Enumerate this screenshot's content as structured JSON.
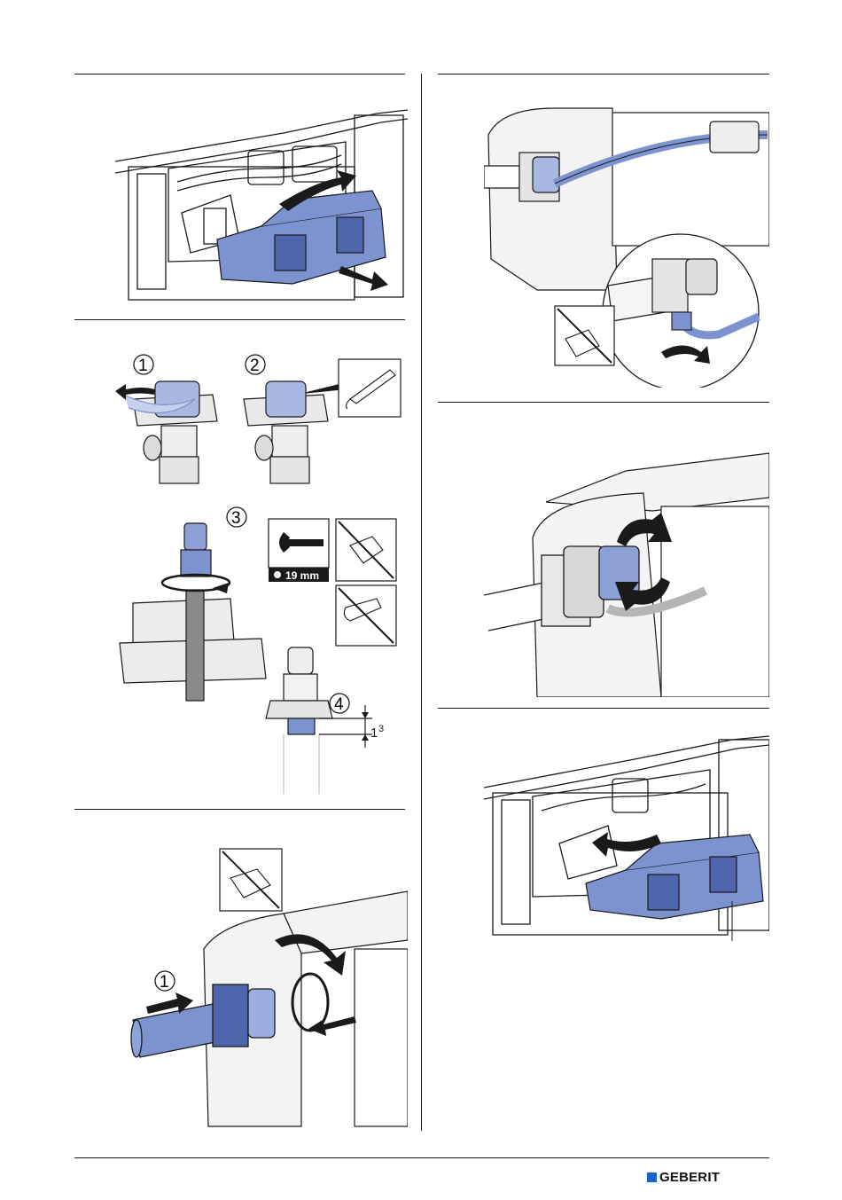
{
  "brand": {
    "name": "GEBERIT",
    "color": "#1d62c7"
  },
  "palette": {
    "line": "#1a1a1a",
    "accent_blue": "#7d93cf",
    "accent_blue_dark": "#4e67ac",
    "grey": "#8a8a8a"
  },
  "steps": {
    "step_2": {
      "callout_1": "1",
      "callout_2": "2",
      "callout_3": "3",
      "callout_4": "4",
      "wrench_size": "19 mm",
      "dimension": "1",
      "dimension_sup": "3"
    },
    "step_3": {
      "callout_1": "1",
      "callout_2": "2"
    }
  },
  "icons": [
    "no-pipe-wrench-icon",
    "open-end-wrench-icon",
    "no-adjustable-wrench-icon",
    "sealant-tool-icon",
    "rotate-arrow-icon"
  ]
}
